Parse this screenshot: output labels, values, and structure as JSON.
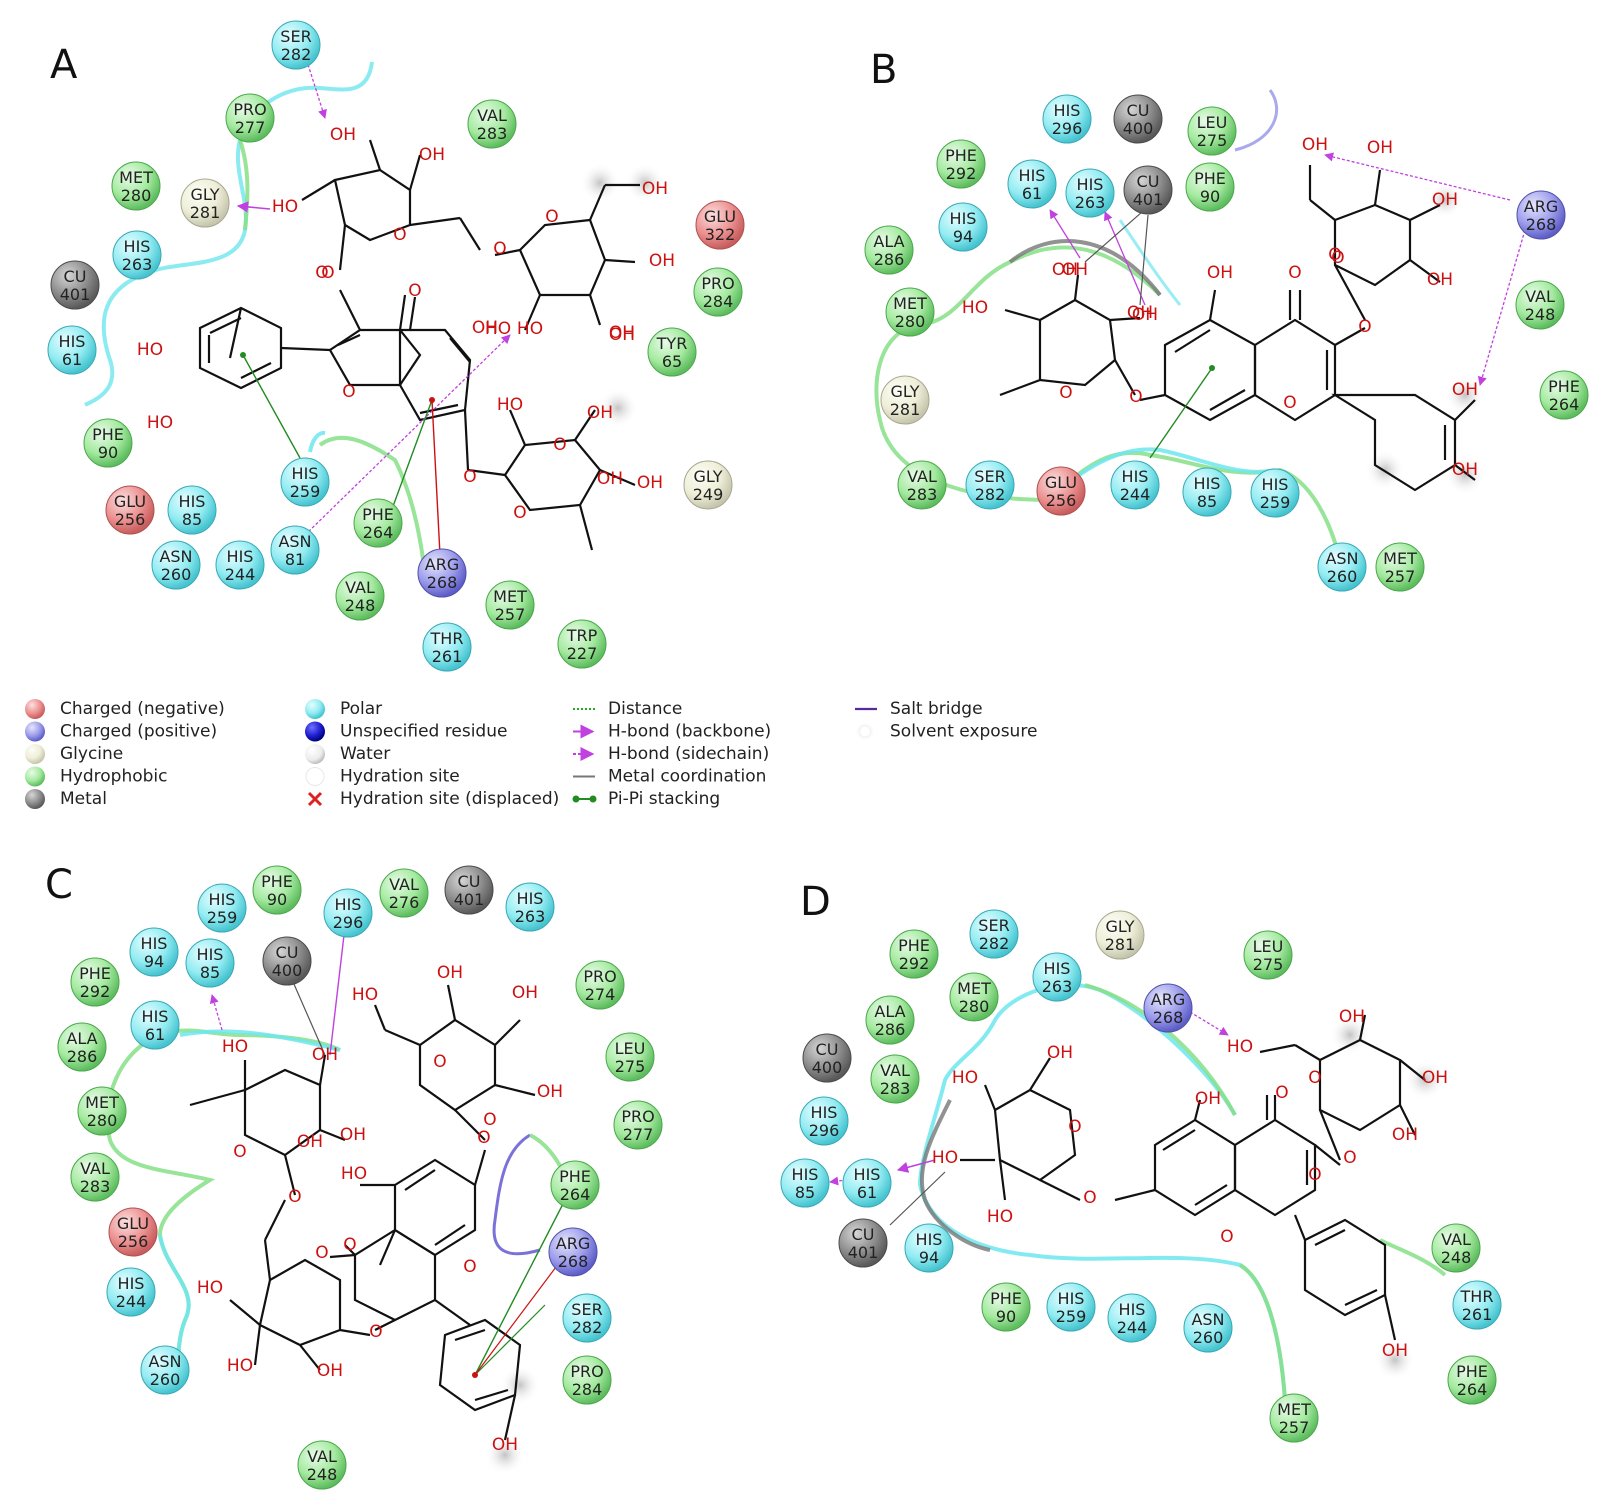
{
  "panels": [
    {
      "id": "A",
      "label": "A",
      "residues": [
        {
          "name": "SER",
          "num": "282",
          "type": "polar"
        },
        {
          "name": "PRO",
          "num": "277",
          "type": "hydrophobic"
        },
        {
          "name": "VAL",
          "num": "283",
          "type": "hydrophobic"
        },
        {
          "name": "MET",
          "num": "280",
          "type": "hydrophobic"
        },
        {
          "name": "GLY",
          "num": "281",
          "type": "glycine"
        },
        {
          "name": "GLU",
          "num": "322",
          "type": "negative"
        },
        {
          "name": "HIS",
          "num": "263",
          "type": "polar"
        },
        {
          "name": "PRO",
          "num": "284",
          "type": "hydrophobic"
        },
        {
          "name": "CU",
          "num": "401",
          "type": "metal"
        },
        {
          "name": "HIS",
          "num": "61",
          "type": "polar"
        },
        {
          "name": "TYR",
          "num": "65",
          "type": "hydrophobic"
        },
        {
          "name": "PHE",
          "num": "90",
          "type": "hydrophobic"
        },
        {
          "name": "HIS",
          "num": "259",
          "type": "polar"
        },
        {
          "name": "GLY",
          "num": "249",
          "type": "glycine"
        },
        {
          "name": "GLU",
          "num": "256",
          "type": "negative"
        },
        {
          "name": "HIS",
          "num": "85",
          "type": "polar"
        },
        {
          "name": "PHE",
          "num": "264",
          "type": "hydrophobic"
        },
        {
          "name": "ASN",
          "num": "81",
          "type": "polar"
        },
        {
          "name": "ASN",
          "num": "260",
          "type": "polar"
        },
        {
          "name": "HIS",
          "num": "244",
          "type": "polar"
        },
        {
          "name": "ARG",
          "num": "268",
          "type": "positive"
        },
        {
          "name": "VAL",
          "num": "248",
          "type": "hydrophobic"
        },
        {
          "name": "MET",
          "num": "257",
          "type": "hydrophobic"
        },
        {
          "name": "THR",
          "num": "261",
          "type": "polar"
        },
        {
          "name": "TRP",
          "num": "227",
          "type": "hydrophobic"
        }
      ],
      "atoms": [
        "HO",
        "OH",
        "HO",
        "OH",
        "OH",
        "OH",
        "OH",
        "OH",
        "HO",
        "HO",
        "HO",
        "OH",
        "OH",
        "OH",
        "HO",
        "OH",
        "O",
        "O",
        "O",
        "O",
        "O",
        "O",
        "O",
        "O",
        "O",
        "O"
      ]
    },
    {
      "id": "B",
      "label": "B",
      "residues": [
        {
          "name": "HIS",
          "num": "296",
          "type": "polar"
        },
        {
          "name": "CU",
          "num": "400",
          "type": "metal"
        },
        {
          "name": "LEU",
          "num": "275",
          "type": "hydrophobic"
        },
        {
          "name": "PHE",
          "num": "292",
          "type": "hydrophobic"
        },
        {
          "name": "HIS",
          "num": "61",
          "type": "polar"
        },
        {
          "name": "HIS",
          "num": "263",
          "type": "polar"
        },
        {
          "name": "CU",
          "num": "401",
          "type": "metal"
        },
        {
          "name": "PHE",
          "num": "90",
          "type": "hydrophobic"
        },
        {
          "name": "ARG",
          "num": "268",
          "type": "positive"
        },
        {
          "name": "HIS",
          "num": "94",
          "type": "polar"
        },
        {
          "name": "ALA",
          "num": "286",
          "type": "hydrophobic"
        },
        {
          "name": "VAL",
          "num": "248",
          "type": "hydrophobic"
        },
        {
          "name": "MET",
          "num": "280",
          "type": "hydrophobic"
        },
        {
          "name": "GLY",
          "num": "281",
          "type": "glycine"
        },
        {
          "name": "PHE",
          "num": "264",
          "type": "hydrophobic"
        },
        {
          "name": "VAL",
          "num": "283",
          "type": "hydrophobic"
        },
        {
          "name": "SER",
          "num": "282",
          "type": "polar"
        },
        {
          "name": "GLU",
          "num": "256",
          "type": "negative"
        },
        {
          "name": "HIS",
          "num": "244",
          "type": "polar"
        },
        {
          "name": "HIS",
          "num": "85",
          "type": "polar"
        },
        {
          "name": "HIS",
          "num": "259",
          "type": "polar"
        },
        {
          "name": "ASN",
          "num": "260",
          "type": "polar"
        },
        {
          "name": "MET",
          "num": "257",
          "type": "hydrophobic"
        }
      ],
      "atoms": [
        "OH",
        "OH",
        "OH",
        "OH",
        "OH",
        "HO",
        "OH",
        "OH",
        "OH",
        "OH",
        "OH",
        "OH",
        "O",
        "O",
        "O",
        "O",
        "O",
        "O",
        "O"
      ]
    },
    {
      "id": "C",
      "label": "C",
      "residues": [
        {
          "name": "HIS",
          "num": "259",
          "type": "polar"
        },
        {
          "name": "PHE",
          "num": "90",
          "type": "hydrophobic"
        },
        {
          "name": "VAL",
          "num": "276",
          "type": "hydrophobic"
        },
        {
          "name": "CU",
          "num": "401",
          "type": "metal"
        },
        {
          "name": "HIS",
          "num": "263",
          "type": "polar"
        },
        {
          "name": "HIS",
          "num": "94",
          "type": "polar"
        },
        {
          "name": "HIS",
          "num": "296",
          "type": "polar"
        },
        {
          "name": "CU",
          "num": "400",
          "type": "metal"
        },
        {
          "name": "PHE",
          "num": "292",
          "type": "hydrophobic"
        },
        {
          "name": "HIS",
          "num": "85",
          "type": "polar"
        },
        {
          "name": "PRO",
          "num": "274",
          "type": "hydrophobic"
        },
        {
          "name": "HIS",
          "num": "61",
          "type": "polar"
        },
        {
          "name": "ALA",
          "num": "286",
          "type": "hydrophobic"
        },
        {
          "name": "LEU",
          "num": "275",
          "type": "hydrophobic"
        },
        {
          "name": "MET",
          "num": "280",
          "type": "hydrophobic"
        },
        {
          "name": "PRO",
          "num": "277",
          "type": "hydrophobic"
        },
        {
          "name": "VAL",
          "num": "283",
          "type": "hydrophobic"
        },
        {
          "name": "PHE",
          "num": "264",
          "type": "hydrophobic"
        },
        {
          "name": "GLU",
          "num": "256",
          "type": "negative"
        },
        {
          "name": "ARG",
          "num": "268",
          "type": "positive"
        },
        {
          "name": "HIS",
          "num": "244",
          "type": "polar"
        },
        {
          "name": "SER",
          "num": "282",
          "type": "polar"
        },
        {
          "name": "ASN",
          "num": "260",
          "type": "polar"
        },
        {
          "name": "PRO",
          "num": "284",
          "type": "hydrophobic"
        },
        {
          "name": "VAL",
          "num": "248",
          "type": "hydrophobic"
        }
      ],
      "atoms": [
        "HO",
        "OH",
        "HO",
        "OH",
        "OH",
        "OH",
        "OH",
        "HO",
        "OH",
        "HO",
        "HO",
        "OH",
        "OH",
        "O",
        "O",
        "O",
        "O",
        "O",
        "O",
        "O",
        "O",
        "O"
      ]
    },
    {
      "id": "D",
      "label": "D",
      "residues": [
        {
          "name": "SER",
          "num": "282",
          "type": "polar"
        },
        {
          "name": "GLY",
          "num": "281",
          "type": "glycine"
        },
        {
          "name": "PHE",
          "num": "292",
          "type": "hydrophobic"
        },
        {
          "name": "HIS",
          "num": "263",
          "type": "polar"
        },
        {
          "name": "LEU",
          "num": "275",
          "type": "hydrophobic"
        },
        {
          "name": "MET",
          "num": "280",
          "type": "hydrophobic"
        },
        {
          "name": "ARG",
          "num": "268",
          "type": "positive"
        },
        {
          "name": "ALA",
          "num": "286",
          "type": "hydrophobic"
        },
        {
          "name": "CU",
          "num": "400",
          "type": "metal"
        },
        {
          "name": "VAL",
          "num": "283",
          "type": "hydrophobic"
        },
        {
          "name": "HIS",
          "num": "296",
          "type": "polar"
        },
        {
          "name": "HIS",
          "num": "85",
          "type": "polar"
        },
        {
          "name": "HIS",
          "num": "61",
          "type": "polar"
        },
        {
          "name": "CU",
          "num": "401",
          "type": "metal"
        },
        {
          "name": "HIS",
          "num": "94",
          "type": "polar"
        },
        {
          "name": "VAL",
          "num": "248",
          "type": "hydrophobic"
        },
        {
          "name": "THR",
          "num": "261",
          "type": "polar"
        },
        {
          "name": "PHE",
          "num": "90",
          "type": "hydrophobic"
        },
        {
          "name": "HIS",
          "num": "259",
          "type": "polar"
        },
        {
          "name": "HIS",
          "num": "244",
          "type": "polar"
        },
        {
          "name": "ASN",
          "num": "260",
          "type": "polar"
        },
        {
          "name": "PHE",
          "num": "264",
          "type": "hydrophobic"
        },
        {
          "name": "MET",
          "num": "257",
          "type": "hydrophobic"
        }
      ],
      "atoms": [
        "HO",
        "OH",
        "OH",
        "OH",
        "HO",
        "HO",
        "OH",
        "OH",
        "HO",
        "OH",
        "O",
        "O",
        "O",
        "O",
        "O",
        "O",
        "O"
      ]
    }
  ],
  "legend": {
    "col1": [
      {
        "label": "Charged (negative)",
        "swatch": "negative"
      },
      {
        "label": "Charged (positive)",
        "swatch": "positive"
      },
      {
        "label": "Glycine",
        "swatch": "glycine"
      },
      {
        "label": "Hydrophobic",
        "swatch": "hydrophobic"
      },
      {
        "label": "Metal",
        "swatch": "metal"
      }
    ],
    "col2": [
      {
        "label": "Polar",
        "swatch": "polar"
      },
      {
        "label": "Unspecified residue",
        "swatch": "unspecified"
      },
      {
        "label": "Water",
        "swatch": "water"
      },
      {
        "label": "Hydration site",
        "swatch": "hydration"
      },
      {
        "label": "Hydration site (displaced)",
        "swatch": "displaced"
      }
    ],
    "col3": [
      {
        "label": "Distance",
        "swatch": "distance"
      },
      {
        "label": "H-bond (backbone)",
        "swatch": "hbond-backbone"
      },
      {
        "label": "H-bond (sidechain)",
        "swatch": "hbond-sidechain"
      },
      {
        "label": "Metal coordination",
        "swatch": "metal-coord"
      },
      {
        "label": "Pi-Pi stacking",
        "swatch": "pipi"
      }
    ],
    "col4": [
      {
        "label": "Salt bridge",
        "swatch": "salt-bridge"
      },
      {
        "label": "Solvent exposure",
        "swatch": "solvent"
      }
    ]
  },
  "colors": {
    "negative": "#e88080",
    "positive": "#8c8ce6",
    "glycine": "#f0f0dc",
    "hydrophobic": "#86df86",
    "metal": "#858585",
    "polar": "#7ee6ee",
    "unspecified": "#1a1acc",
    "water": "#e6e6e6",
    "hbond": "#c040e0",
    "pipi": "#228b22",
    "atom": "#cc1111",
    "bond": "#111111",
    "pocket_cyan": "#6ee6ee",
    "pocket_green": "#86df86",
    "salt_bridge": "#5a4fd0"
  }
}
